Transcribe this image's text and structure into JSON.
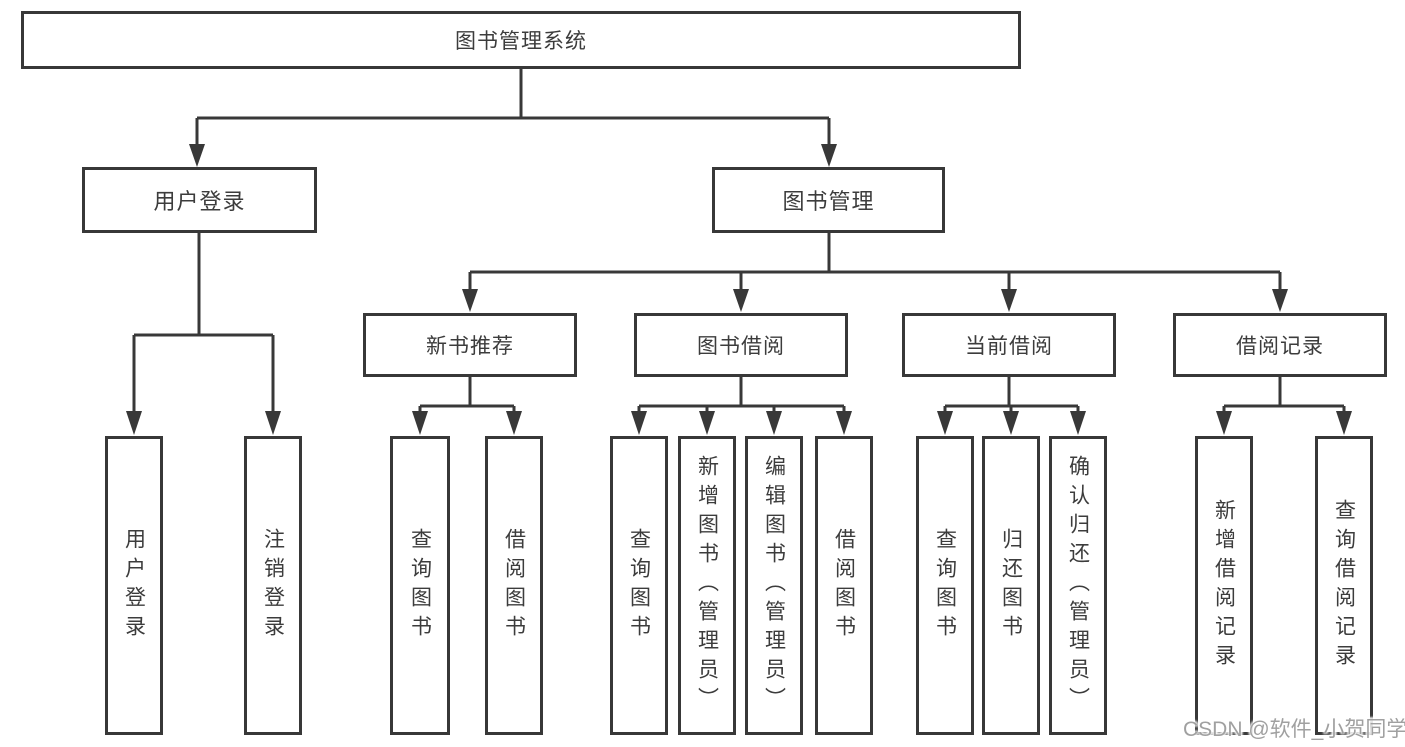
{
  "diagram": {
    "nodes": {
      "root": "图书管理系统",
      "login": "用户登录",
      "manage": "图书管理",
      "login_children": [
        "用户登录",
        "注销登录"
      ],
      "manage_children": [
        "新书推荐",
        "图书借阅",
        "当前借阅",
        "借阅记录"
      ],
      "recommend_children": [
        "查询图书",
        "借阅图书"
      ],
      "borrow_children": [
        "查询图书",
        "新增图书（管理员）",
        "编辑图书（管理员）",
        "借阅图书"
      ],
      "current_children": [
        "查询图书",
        "归还图书",
        "确认归还（管理员）"
      ],
      "record_children": [
        "新增借阅记录",
        "查询借阅记录"
      ]
    },
    "colors": {
      "line": "#383838",
      "node_border": "#383838",
      "node_text": "#3c3c3c",
      "background": "#ffffff",
      "watermark_text": "#a0a0a0"
    }
  },
  "watermark": "CSDN @软件_小贺同学"
}
